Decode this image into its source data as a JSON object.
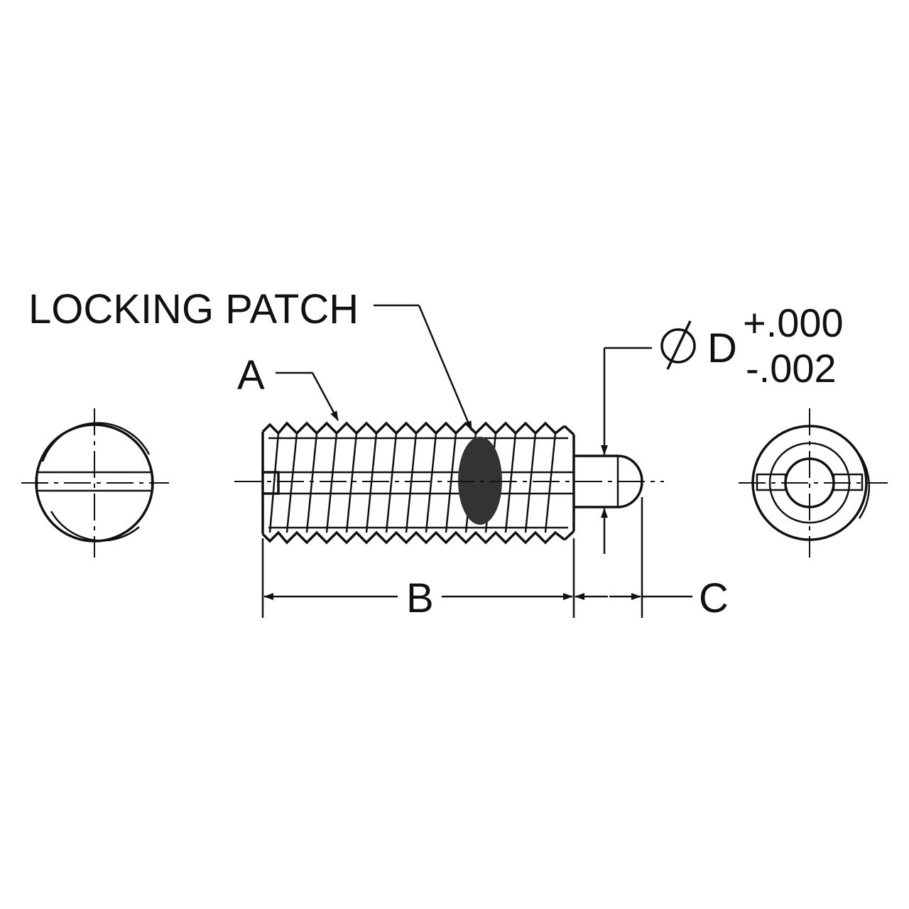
{
  "labels": {
    "locking_patch": "LOCKING PATCH",
    "a": "A",
    "b": "B",
    "c": "C",
    "diameter_symbol": "Ø",
    "d": "D",
    "tol_plus": "+.000",
    "tol_minus": "-.002"
  },
  "colors": {
    "line": "#111111",
    "patch": "#333333",
    "background": "#ffffff"
  }
}
